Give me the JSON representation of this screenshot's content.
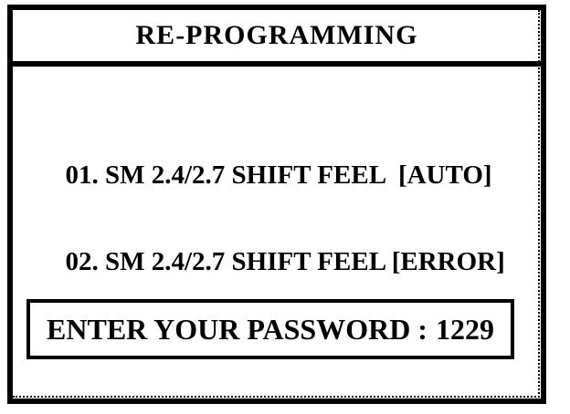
{
  "screen": {
    "title": "RE-PROGRAMMING",
    "menu": {
      "items": [
        {
          "text": "01. SM 2.4/2.7 SHIFT FEEL  [AUTO]"
        },
        {
          "text": "02. SM 2.4/2.7 SHIFT FEEL [ERROR]"
        }
      ]
    },
    "password": {
      "prompt": "ENTER YOUR PASSWORD :",
      "value": "1229"
    },
    "colors": {
      "foreground": "#000000",
      "background": "#ffffff"
    }
  }
}
